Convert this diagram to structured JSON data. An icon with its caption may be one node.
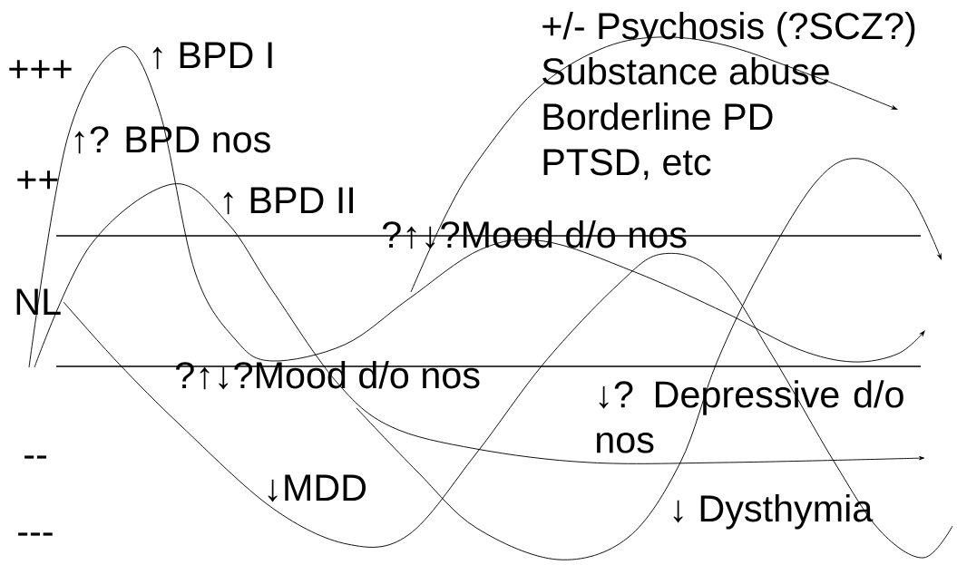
{
  "diagram": {
    "labels": [
      "+++",
      "↑ BPD I",
      "+/- Psychosis (?SCZ?)",
      "Substance abuse",
      "Borderline PD",
      "PTSD, etc",
      "↑? BPD nos",
      "++",
      "↑ BPD II",
      "?↑↓?Mood d/o nos",
      "NL",
      "?↑↓?Mood d/o nos",
      "↓? Depressive d/o nos",
      "--",
      "↓MDD",
      "↓ Dysthymia",
      "---"
    ]
  }
}
